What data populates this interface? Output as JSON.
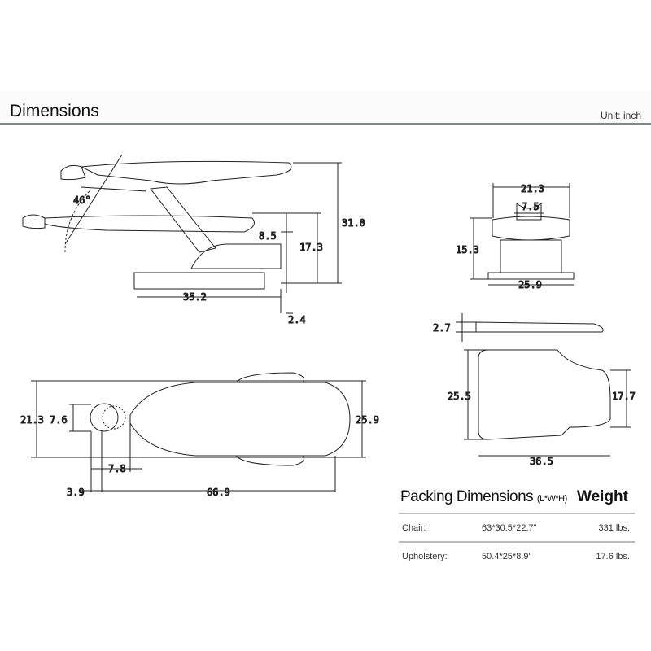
{
  "header": {
    "title": "Dimensions",
    "unit": "Unit: inch"
  },
  "side_view": {
    "angle": "46°",
    "d1": "8.5",
    "d2": "17.3",
    "d3": "31.0",
    "d4": "35.2",
    "d5": "2.4"
  },
  "front_view": {
    "d1": "21.3",
    "d2": "7.5",
    "d3": "15.3",
    "d4": "25.9"
  },
  "top_view": {
    "d1": "21.3",
    "d2": "7.6",
    "d3": "25.9",
    "d4": "7.8",
    "d5": "3.9",
    "d6": "66.9"
  },
  "base_side": {
    "d1": "2.7"
  },
  "base_top": {
    "d1": "25.5",
    "d2": "17.7",
    "d3": "36.5"
  },
  "packing": {
    "title": "Packing Dimensions",
    "title_suffix": "(L*W*H)",
    "weight_header": "Weight",
    "rows": [
      {
        "label": "Chair:",
        "dims": "63*30.5*22.7\"",
        "weight": "331 lbs."
      },
      {
        "label": "Upholstery:",
        "dims": "50.4*25*8.9\"",
        "weight": "17.6 lbs."
      }
    ]
  }
}
